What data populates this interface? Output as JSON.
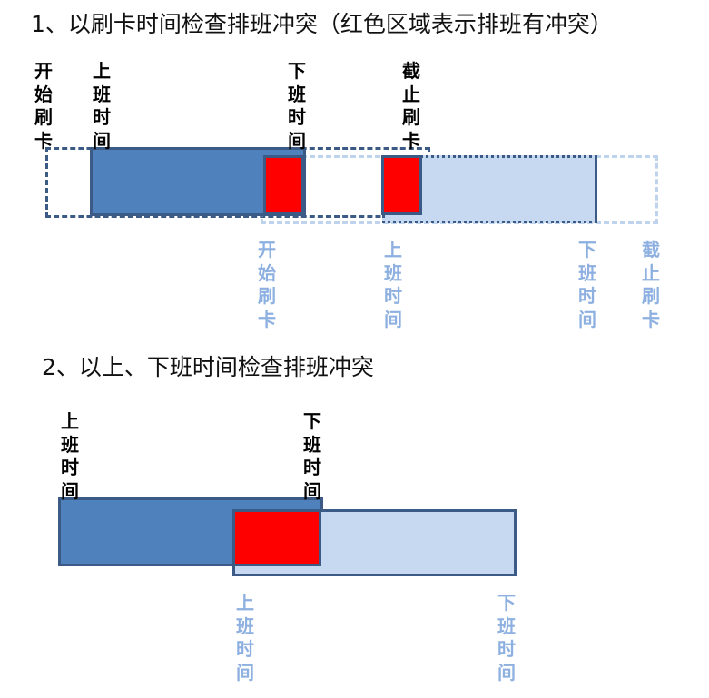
{
  "headings": {
    "part1": "1、以刷卡时间检查排班冲突（红色区域表示排班有冲突）",
    "part2": "2、以上、下班时间检查排班冲突"
  },
  "diagram1": {
    "shift_a": {
      "labels": {
        "start_swipe": "开始刷卡",
        "work_start": "上班时间",
        "work_end": "下班时间",
        "end_swipe": "截止刷卡"
      }
    },
    "shift_b": {
      "labels": {
        "start_swipe": "开始刷卡",
        "work_start": "上班时间",
        "work_end": "下班时间",
        "end_swipe": "截止刷卡"
      }
    }
  },
  "diagram2": {
    "shift_a": {
      "labels": {
        "work_start": "上班时间",
        "work_end": "下班时间"
      }
    },
    "shift_b": {
      "labels": {
        "work_start": "上班时间",
        "work_end": "下班时间"
      }
    }
  },
  "colors": {
    "shift_a_fill": "#4f81bd",
    "shift_b_fill": "#c6d9f1",
    "conflict_fill": "#ff0000",
    "border": "#3b5a85",
    "label_dark": "#000000",
    "label_light": "#8db0e0"
  }
}
